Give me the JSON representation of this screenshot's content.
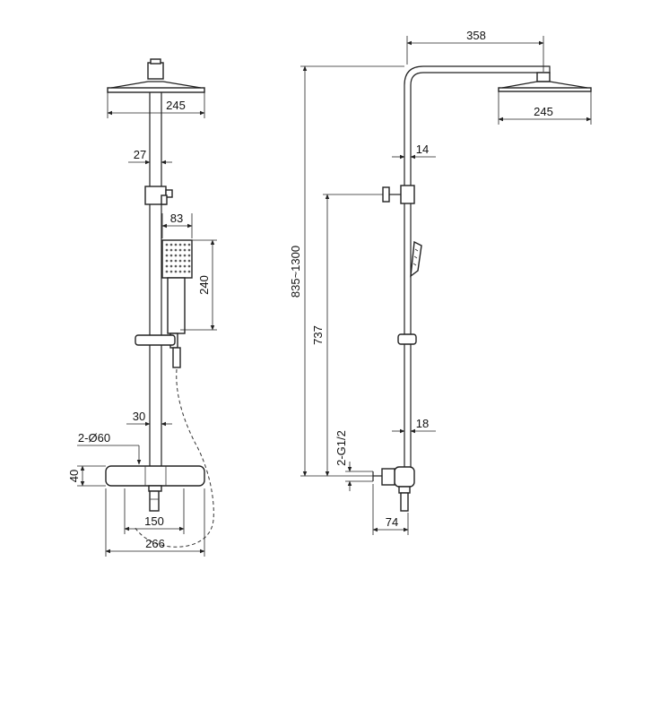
{
  "front_view": {
    "dimensions": {
      "head_width": "245",
      "pipe_diameter": "27",
      "hand_shower_width": "83",
      "hand_shower_height": "240",
      "bar_to_pipe": "30",
      "outlets": "2-Ø60",
      "mixer_height": "40",
      "inlet_spacing": "150",
      "overall_width": "266"
    }
  },
  "side_view": {
    "dimensions": {
      "arm_reach": "358",
      "head_width": "245",
      "upper_pipe": "14",
      "height_range": "835~1300",
      "outlet_height": "737",
      "lower_pipe": "18",
      "inlet_thread": "2-G1/2",
      "wall_offset": "74"
    }
  }
}
